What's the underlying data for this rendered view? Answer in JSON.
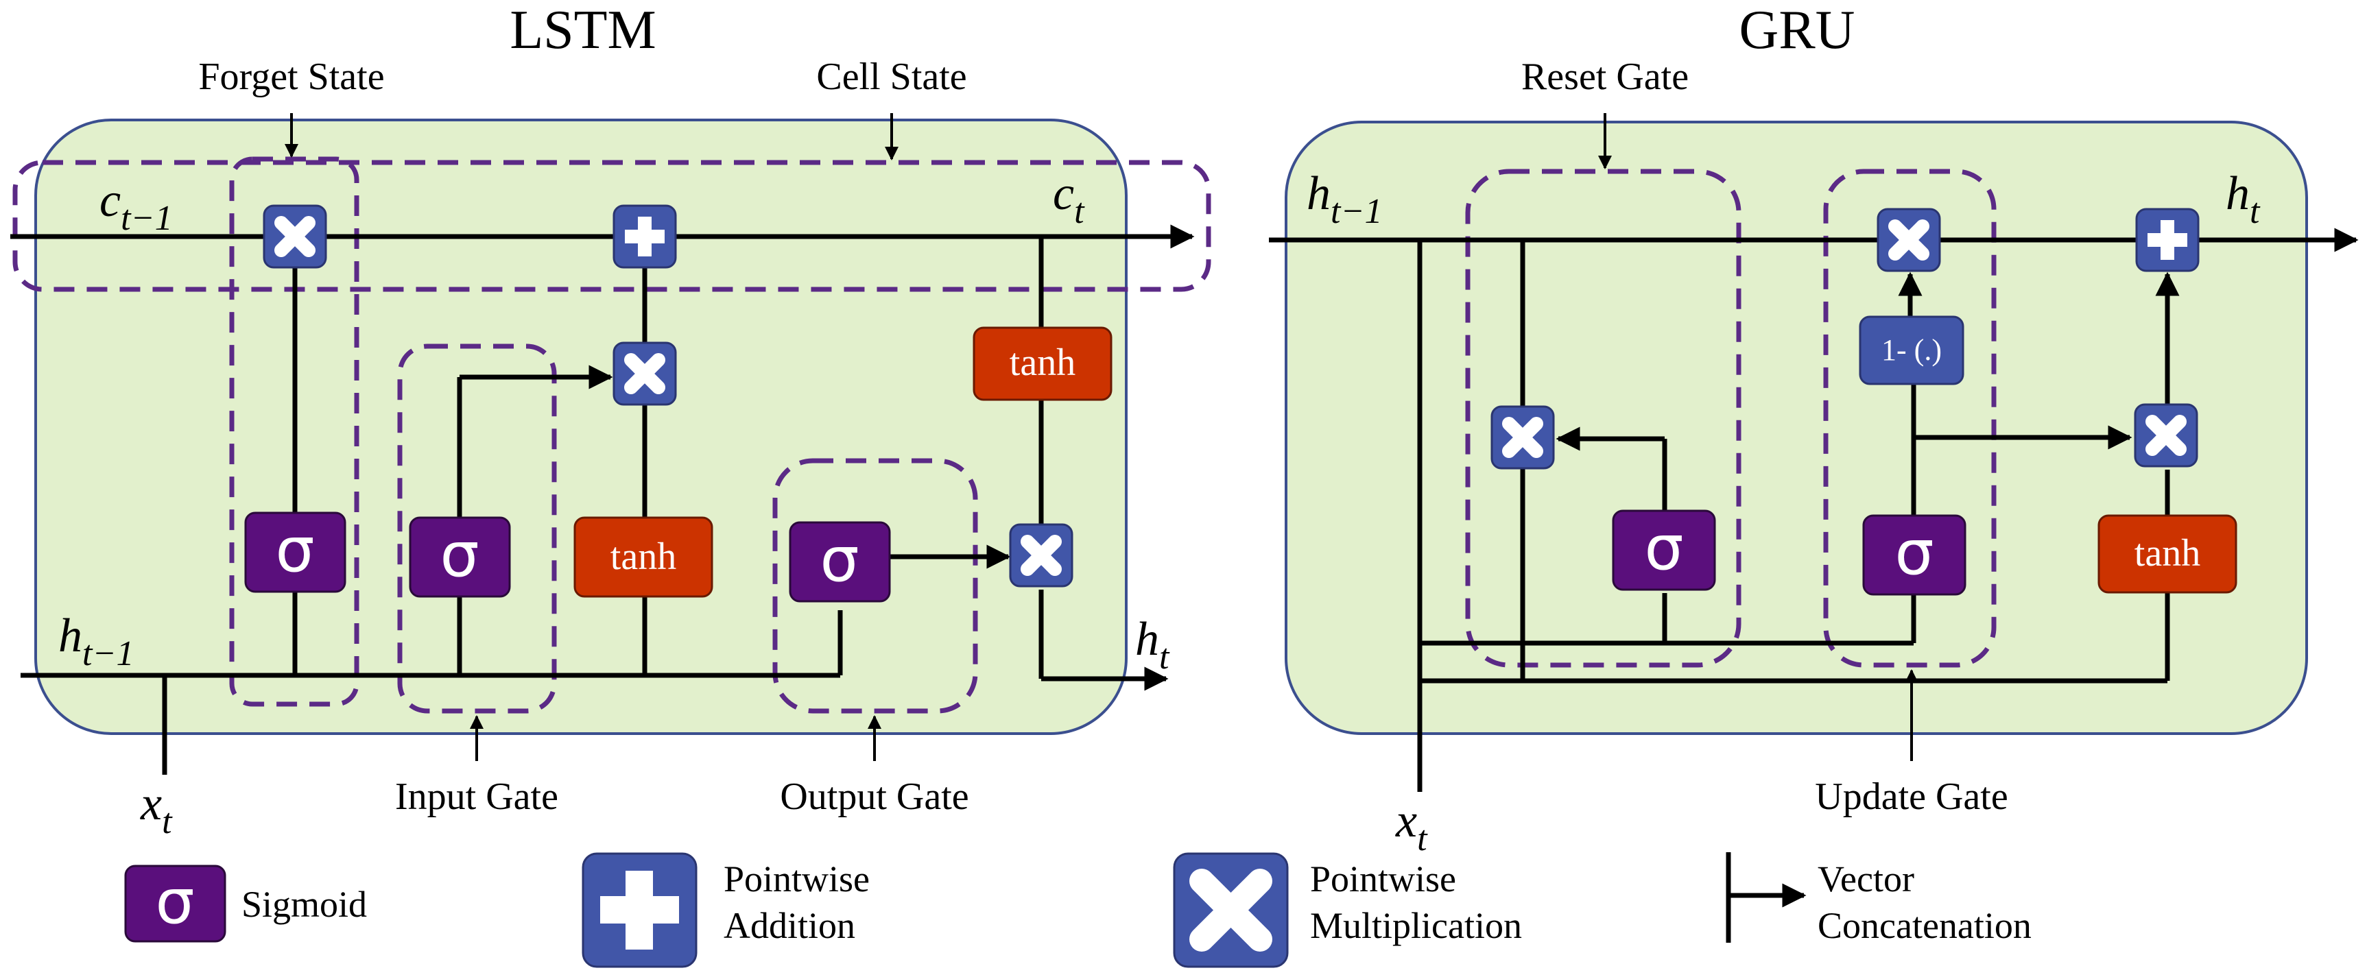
{
  "lstm": {
    "title": "LSTM",
    "labels": {
      "forget_state": "Forget State",
      "cell_state": "Cell State",
      "input_gate": "Input Gate",
      "output_gate": "Output Gate"
    },
    "vars": {
      "c_prev": {
        "base": "c",
        "sub": "t−1"
      },
      "c_next": {
        "base": "c",
        "sub": "t"
      },
      "h_prev": {
        "base": "h",
        "sub": "t−1"
      },
      "h_next": {
        "base": "h",
        "sub": "t"
      },
      "x": {
        "base": "x",
        "sub": "t"
      }
    },
    "ops": {
      "sigma": "σ",
      "tanh": "tanh"
    }
  },
  "gru": {
    "title": "GRU",
    "labels": {
      "reset_gate": "Reset Gate",
      "update_gate": "Update Gate"
    },
    "vars": {
      "h_prev": {
        "base": "h",
        "sub": "t−1"
      },
      "h_next": {
        "base": "h",
        "sub": "t"
      },
      "x": {
        "base": "x",
        "sub": "t"
      }
    },
    "ops": {
      "sigma": "σ",
      "tanh": "tanh",
      "one_minus": "1- (.)"
    }
  },
  "legend": {
    "sigmoid": "Sigmoid",
    "add_line1": "Pointwise",
    "add_line2": "Addition",
    "mul_line1": "Pointwise",
    "mul_line2": "Multiplication",
    "concat_line1": "Vector",
    "concat_line2": "Concatenation"
  },
  "colors": {
    "cell_fill": "#e2f0cc",
    "cell_stroke": "#3b4f8f",
    "gate_dash": "#5b2a86",
    "sigma_box": "#5a0f7c",
    "tanh_box": "#cc3300",
    "op_box": "#4156a8",
    "line": "#000000"
  }
}
